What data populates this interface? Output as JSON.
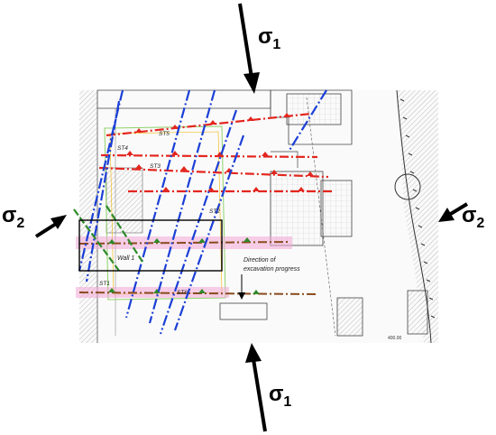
{
  "stress": {
    "sigma1_top": {
      "symbol": "σ",
      "subscript": "1"
    },
    "sigma1_bottom": {
      "symbol": "σ",
      "subscript": "1"
    },
    "sigma2_left": {
      "symbol": "σ",
      "subscript": "2"
    },
    "sigma2_right": {
      "symbol": "σ",
      "subscript": "2"
    }
  },
  "plan": {
    "wall_label": "Wall 1",
    "direction_label_line1": "Direction of",
    "direction_label_line2": "excavation progress",
    "stations": [
      "ST5",
      "ST4",
      "ST3",
      "ST2",
      "ST1",
      "ST6"
    ],
    "scale_note": "400.00"
  },
  "colors": {
    "fault_red": "#e3261f",
    "fault_blue": "#1b3fd6",
    "fault_green": "#2f8a2a",
    "fault_brown": "#8a4b1e",
    "pink_band": "#f2a6d6",
    "wall_box": "#000000"
  }
}
